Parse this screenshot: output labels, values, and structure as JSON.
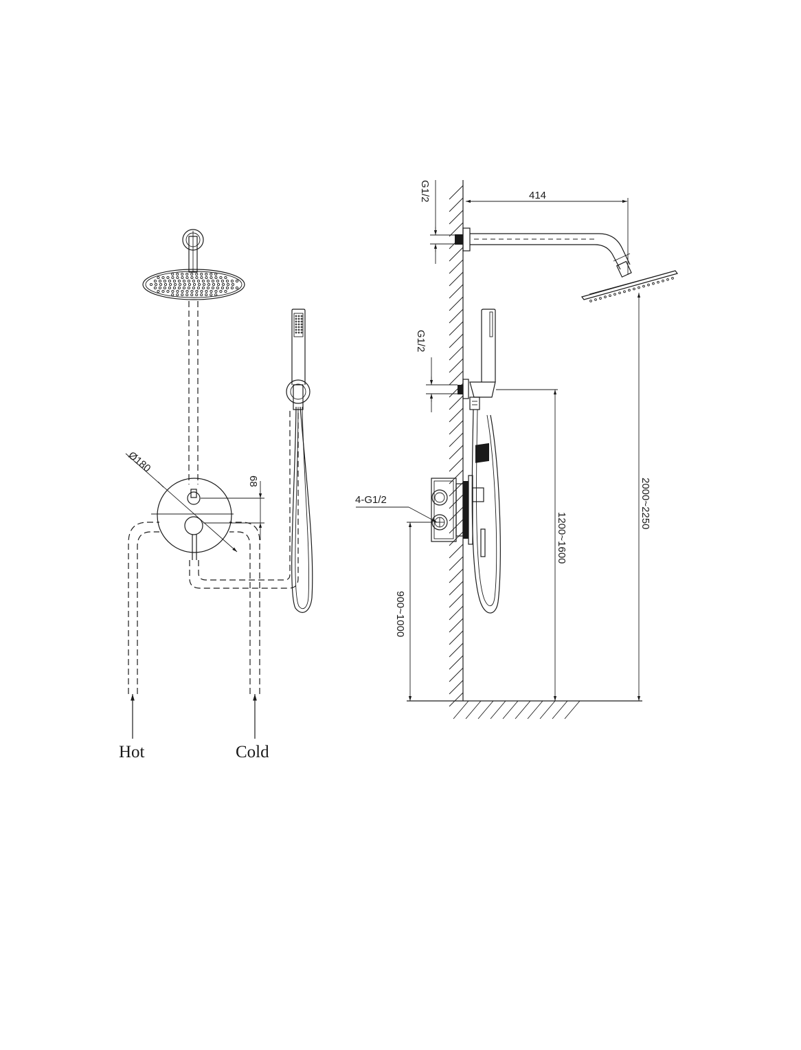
{
  "labels": {
    "g_top": "G1/2",
    "g_mid": "G1/2",
    "four_g": "4-G1/2",
    "arm_len": "414",
    "head_dia": "Ø180",
    "spacing": "68",
    "valve_height": "900~1000",
    "holder_height": "1200~1600",
    "head_height": "2000~2250",
    "hot": "Hot",
    "cold": "Cold"
  },
  "colors": {
    "line": "#1a1a1a",
    "background": "#ffffff"
  }
}
